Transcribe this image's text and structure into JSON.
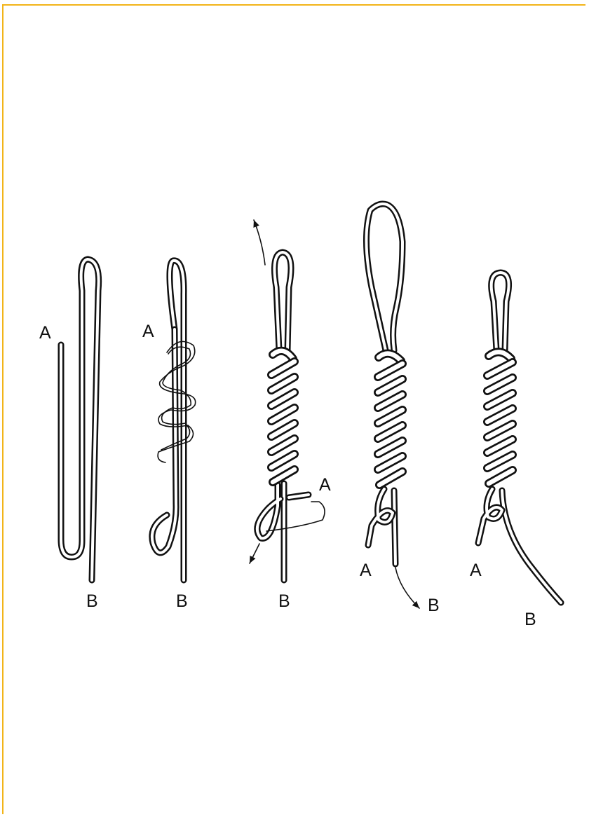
{
  "frame_color": "#f2b418",
  "steps": [
    {
      "labels": [
        "A",
        "B"
      ]
    },
    {
      "labels": [
        "A",
        "B"
      ]
    },
    {
      "labels": [
        "A",
        "B"
      ]
    },
    {
      "labels": [
        "A",
        "B"
      ]
    },
    {
      "labels": [
        "A",
        "B"
      ]
    }
  ]
}
